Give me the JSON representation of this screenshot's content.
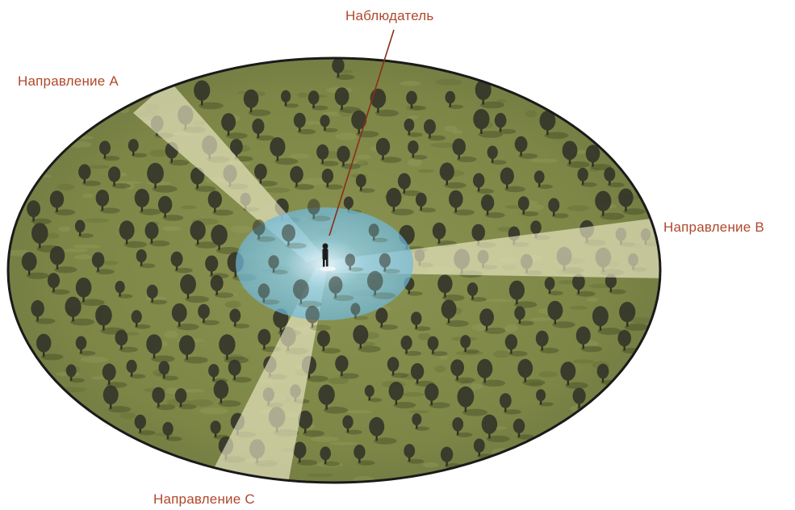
{
  "labels": {
    "observer": "Наблюдатель",
    "direction_a": "Направление А",
    "direction_b": "Направление B",
    "direction_c": "Направление C"
  },
  "colors": {
    "label_text": "#b0482c",
    "pointer_line": "#8a2e1a",
    "field": "#7d8646",
    "field_dark": "#5f6a34",
    "ellipse_border": "#1a1a1a",
    "tree_crown": "#35362a",
    "tree_trunk": "#2a2a22",
    "visibility_zone": "#7fc4e6",
    "sight_beam": "#f4f1cf",
    "observer_figure": "#1c1c1c"
  }
}
